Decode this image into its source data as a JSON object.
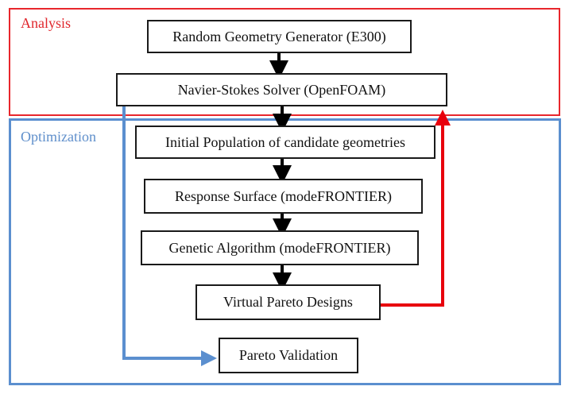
{
  "groups": {
    "analysis": {
      "label": "Analysis",
      "color": "#e8262c"
    },
    "optimization": {
      "label": "Optimization",
      "color": "#5b8fcf"
    }
  },
  "nodes": {
    "random_geometry": "Random Geometry Generator (E300)",
    "navier_stokes": "Navier-Stokes Solver (OpenFOAM)",
    "initial_population": "Initial Population of candidate geometries",
    "response_surface": "Response Surface (modeFRONTIER)",
    "genetic_algorithm": "Genetic Algorithm (modeFRONTIER)",
    "virtual_pareto": "Virtual Pareto Designs",
    "pareto_validation": "Pareto Validation"
  },
  "colors": {
    "feedback_arrow": "#e8000d",
    "validation_arrow": "#5b8fcf",
    "flow_arrow": "#000000"
  }
}
